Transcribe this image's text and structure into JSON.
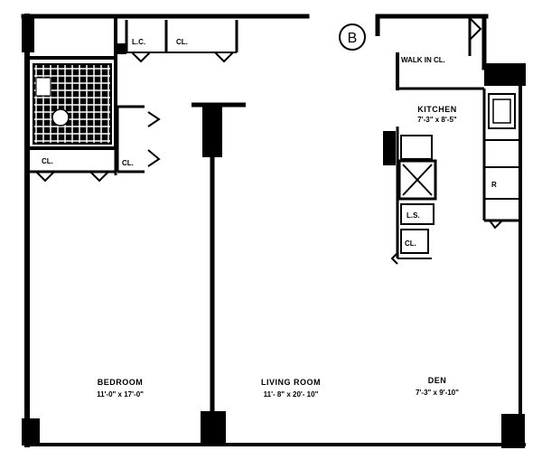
{
  "plan_label": "B",
  "rooms": {
    "bedroom": {
      "name": "BEDROOM",
      "dims": "11'-0\" x 17'-0\""
    },
    "living_room": {
      "name": "LIVING ROOM",
      "dims": "11'- 8\" x 20'- 10\""
    },
    "den": {
      "name": "DEN",
      "dims": "7'-3\" x 9'-10\""
    },
    "kitchen": {
      "name": "KITCHEN",
      "dims": "7'-3\" x 8'-5\""
    }
  },
  "closets": {
    "lc": "L.C.",
    "top_cl": "CL.",
    "walk_in": "WALK IN CL.",
    "bath_cl": "CL.",
    "hall_cl": "CL.",
    "kitchen_ls": "L.S.",
    "kitchen_cl": "CL.",
    "fridge": "R"
  }
}
